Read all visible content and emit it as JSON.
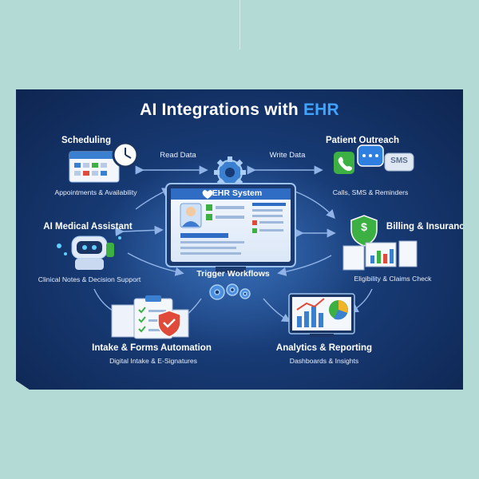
{
  "title": {
    "main": "AI Integrations with",
    "accent": "EHR"
  },
  "center": {
    "label": "EHR System",
    "trigger": "Trigger Workflows"
  },
  "flows": {
    "read": "Read Data",
    "write": "Write Data"
  },
  "modules": {
    "scheduling": {
      "title": "Scheduling",
      "subtitle": "Appointments & Availability"
    },
    "outreach": {
      "title": "Patient Outreach",
      "subtitle": "Calls, SMS & Reminders",
      "sms_label": "SMS"
    },
    "assistant": {
      "title": "AI Medical Assistant",
      "subtitle": "Clinical Notes & Decision Support"
    },
    "billing": {
      "title": "Billing & Insurance",
      "subtitle": "Eligibility & Claims Check",
      "currency_symbol": "$"
    },
    "intake": {
      "title": "Intake & Forms Automation",
      "subtitle": "Digital Intake & E-Signatures"
    },
    "analytics": {
      "title": "Analytics & Reporting",
      "subtitle": "Dashboards & Insights"
    }
  },
  "colors": {
    "page_background": "#b4dad5",
    "poster_background": "#173a74",
    "accent_blue": "#3fa3ff",
    "arrow_color": "#8fb3e6",
    "check_green": "#3cb043",
    "alert_red": "#e04a3a"
  },
  "icons": [
    "calendar-icon",
    "clock-icon",
    "phone-icon",
    "chat-icon",
    "sms-icon",
    "robot-icon",
    "shield-dollar-icon",
    "clipboard-icon",
    "shield-check-icon",
    "dashboard-icon",
    "gear-icon",
    "heart-icon",
    "doctor-avatar-icon"
  ]
}
